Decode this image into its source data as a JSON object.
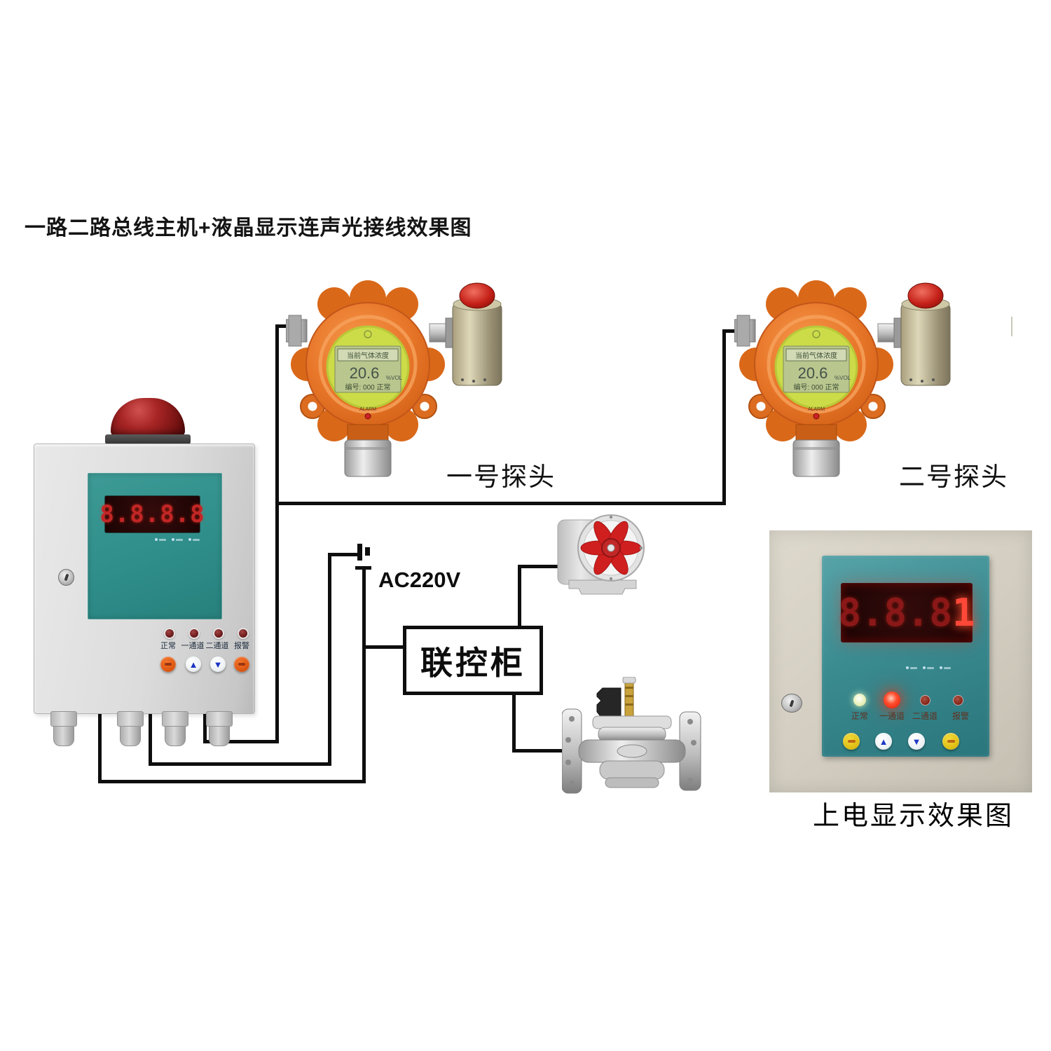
{
  "title": "一路二路总线主机+液晶显示连声光接线效果图",
  "probe1_label": "一号探头",
  "probe2_label": "二号探头",
  "power_label": "AC220V",
  "cabinet_label": "联控柜",
  "caption": "上电显示效果图",
  "host": {
    "display": "8.8.8.8",
    "leds": [
      "正常",
      "一通道",
      "二通道",
      "报警"
    ],
    "btn_up": "▲",
    "btn_down": "▼"
  },
  "detector": {
    "lcd_title": "当前气体浓度",
    "lcd_value": "20.6",
    "lcd_unit": "%VOL",
    "lcd_status": "编号: 000 正常",
    "alarm_label": "ALARM"
  },
  "panel": {
    "display_dim": "8.8.8",
    "display_lit": "1",
    "leds": [
      "正常",
      "一通道",
      "二通道",
      "报警"
    ],
    "btn_up": "▲",
    "btn_down": "▼"
  },
  "colors": {
    "wire": "#0e0e0e",
    "detector_orange": "#e8772a",
    "teal_panel": "#2f8e8a",
    "lcd_yellow": "#ccdc48",
    "alarm_red": "#cc2222",
    "fan_red": "#cf1f1f",
    "digit_red": "#c22626",
    "lit_digit_red": "#ff4838"
  }
}
